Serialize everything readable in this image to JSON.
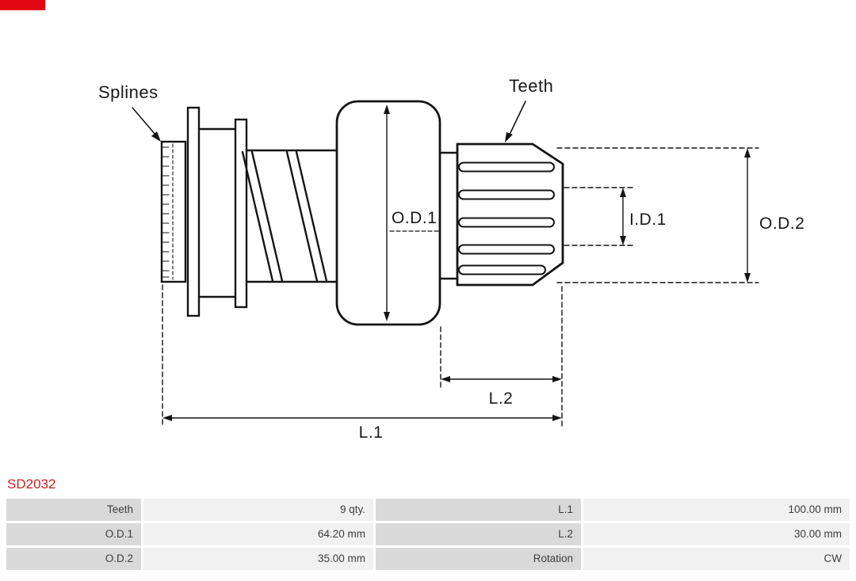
{
  "brand": {
    "logo_color": "#e30613"
  },
  "part_number": "SD2032",
  "colors": {
    "part_number_text": "#cc2222",
    "table_label_bg": "#d9d9d9",
    "table_value_bg": "#f1f1f1",
    "line_color": "#141414"
  },
  "diagram": {
    "labels": {
      "splines": "Splines",
      "teeth": "Teeth",
      "od1": "O.D.1",
      "id1": "I.D.1",
      "od2": "O.D.2",
      "l1": "L.1",
      "l2": "L.2"
    }
  },
  "specs": {
    "rows": [
      [
        {
          "label": "Teeth",
          "value": "9 qty."
        },
        {
          "label": "L.1",
          "value": "100.00 mm"
        }
      ],
      [
        {
          "label": "O.D.1",
          "value": "64.20 mm"
        },
        {
          "label": "L.2",
          "value": "30.00 mm"
        }
      ],
      [
        {
          "label": "O.D.2",
          "value": "35.00 mm"
        },
        {
          "label": "Rotation",
          "value": "CW"
        }
      ]
    ]
  }
}
